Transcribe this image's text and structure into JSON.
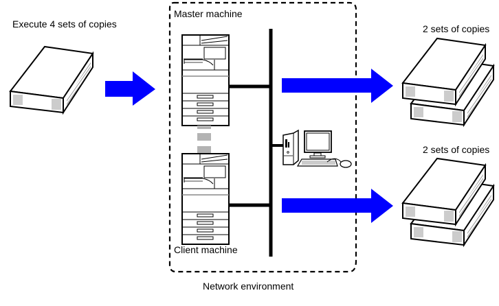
{
  "labels": {
    "source": "Execute 4 sets of copies",
    "master": "Master machine",
    "client": "Client machine",
    "network": "Network environment",
    "output_top": "2 sets of copies",
    "output_bottom": "2 sets of copies"
  },
  "colors": {
    "arrow": "#0000ff",
    "line": "#000000",
    "link_dashes": "#b3b3b3"
  },
  "icons": {
    "source_stack": "paper-stack-icon",
    "master_device": "multifunction-printer-icon",
    "client_device": "multifunction-printer-icon",
    "computer": "desktop-computer-icon",
    "output_top": "double-paper-stack-icon",
    "output_bottom": "double-paper-stack-icon"
  }
}
